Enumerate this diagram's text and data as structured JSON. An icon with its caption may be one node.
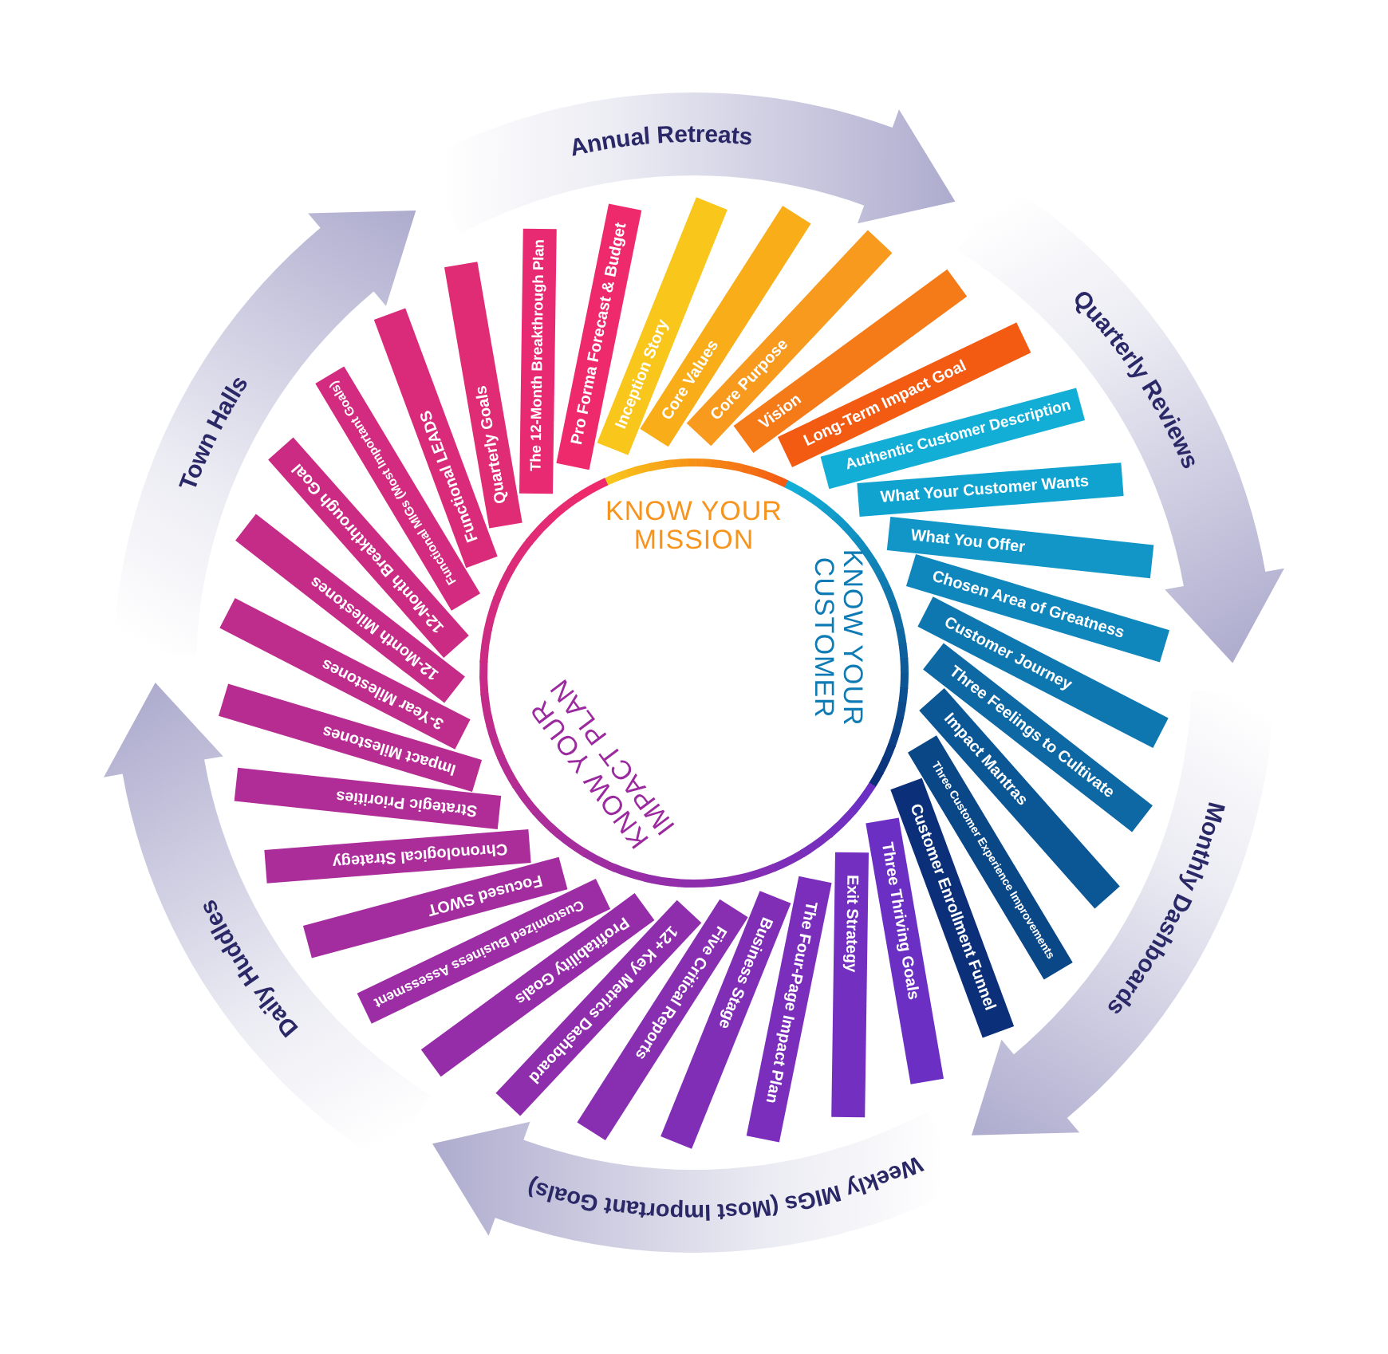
{
  "diagram": {
    "nodes": [
      {
        "text": [
          "KNOW YOUR MISSION",
          "KNOW YOUR CUSTOMER",
          "KNOW YOUR IMPACT PLAN"
        ]
      },
      {
        "text": [
          "Inception Story"
        ]
      },
      {
        "text": [
          "Core Values"
        ]
      },
      {
        "text": [
          "Core Purpose"
        ]
      },
      {
        "text": [
          "Vision"
        ]
      },
      {
        "text": [
          "Long-Term Impact Goal"
        ]
      },
      {
        "text": [
          "Authentic Customer Description"
        ]
      },
      {
        "text": [
          "What Your Customer Wants"
        ]
      },
      {
        "text": [
          "What You Offer"
        ]
      },
      {
        "text": [
          "Chosen Area of Greatness"
        ]
      },
      {
        "text": [
          "Customer Journey"
        ]
      },
      {
        "text": [
          "Three Feelings to Cultivate"
        ]
      },
      {
        "text": [
          "Impact Mantras"
        ]
      },
      {
        "text": [
          "Three Customer Experience Improvements"
        ]
      },
      {
        "text": [
          "Customer Enrollment Funnel"
        ]
      },
      {
        "text": [
          "Three Thriving Goals"
        ]
      },
      {
        "text": [
          "Exit Strategy"
        ]
      },
      {
        "text": [
          "The Four-Page Impact Plan"
        ]
      },
      {
        "text": [
          "Business Stage"
        ]
      },
      {
        "text": [
          "Five Critical Reports"
        ]
      },
      {
        "text": [
          "12+ Key Metrics Dashboard"
        ]
      },
      {
        "text": [
          "Profitability Goals"
        ]
      },
      {
        "text": [
          "Customized Business Assessment"
        ]
      },
      {
        "text": [
          "Focused SWOT"
        ]
      },
      {
        "text": [
          "Chronological Strategy"
        ]
      },
      {
        "text": [
          "Strategic Priorities"
        ]
      },
      {
        "text": [
          "Impact Milestones"
        ]
      },
      {
        "text": [
          "3-Year Milestones"
        ]
      },
      {
        "text": [
          "12-Month Milestones"
        ]
      },
      {
        "text": [
          "12-Month Breakthrough Goal"
        ]
      },
      {
        "text": [
          "Functional MIGs (Most Important Goals)"
        ]
      },
      {
        "text": [
          "Functional LEADS"
        ]
      },
      {
        "text": [
          "Quarterly Goals"
        ]
      },
      {
        "text": [
          "The 12-Month Breakthrough Plan"
        ]
      },
      {
        "text": [
          "Pro Forma Forecast & Budget"
        ]
      },
      {
        "text": [
          "Annual Retreats"
        ]
      },
      {
        "text": [
          "Quarterly Reviews"
        ]
      },
      {
        "text": [
          "Monthly Dashboards"
        ]
      },
      {
        "text": [
          "Weekly MIGs (Most Important Goals)"
        ]
      },
      {
        "text": [
          "Daily Huddles"
        ]
      },
      {
        "text": [
          "Town Halls"
        ]
      }
    ]
  }
}
